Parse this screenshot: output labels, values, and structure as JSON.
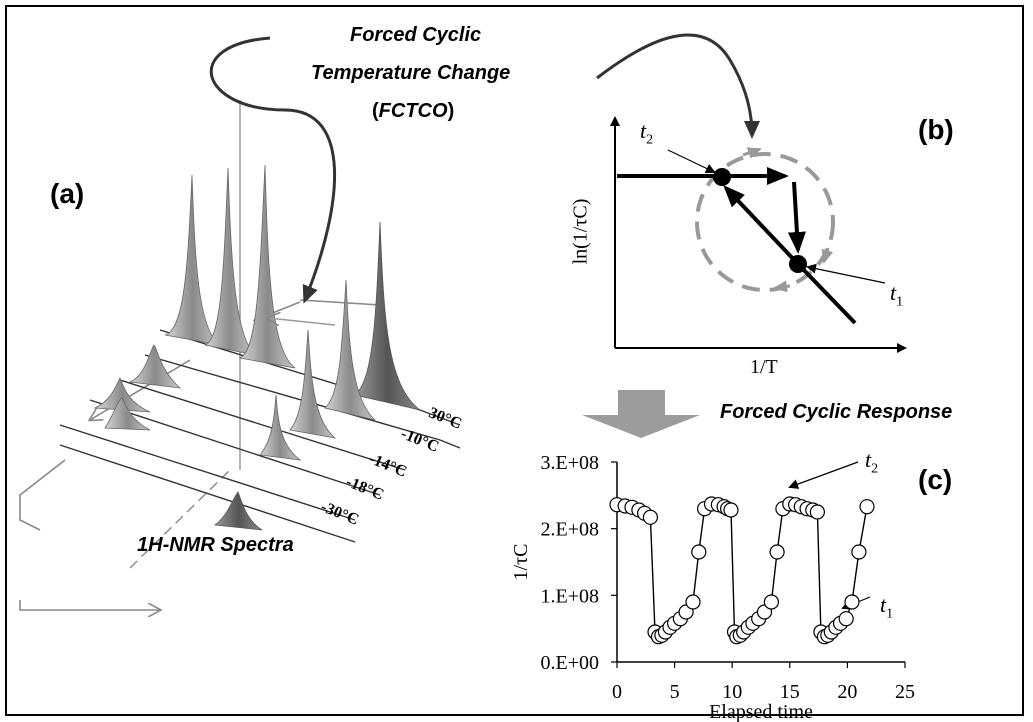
{
  "header": {
    "title_line1": "Forced Cyclic",
    "title_line2": "Temperature Change",
    "abbr_open": "(",
    "abbr": "FCTCO",
    "abbr_close": ")"
  },
  "panel_a": {
    "label": "(a)",
    "caption": "1H-NMR Spectra",
    "temperatures": [
      "30°C",
      "-10°C",
      "-14°C",
      "-18°C",
      "-30°C"
    ]
  },
  "panel_b": {
    "label": "(b)",
    "ylabel": "ln(1/τC)",
    "xlabel": "1/T",
    "t2_label": "t",
    "t2_sub": "2",
    "t1_label": "t",
    "t1_sub": "1"
  },
  "response_label": "Forced Cyclic Response",
  "panel_c": {
    "label": "(c)",
    "t2_label": "t",
    "t2_sub": "2",
    "t1_label": "t",
    "t1_sub": "1"
  },
  "colors": {
    "arrow_gray": "#999999",
    "dashed_gray": "#999999",
    "ink": "#000000"
  },
  "chart_data": {
    "type": "scatter",
    "xlabel": "Elapsed time",
    "ylabel": "1/τC",
    "xlim": [
      0,
      25
    ],
    "ylim": [
      0,
      300000000
    ],
    "xticks": [
      "0",
      "5",
      "10",
      "15",
      "20",
      "25"
    ],
    "yticks": [
      "0.E+00",
      "1.E+08",
      "2.E+08",
      "3.E+08"
    ],
    "marker": "open-circle",
    "connected": true,
    "series": [
      {
        "x": [
          0.0,
          0.7,
          1.3,
          1.9,
          2.4,
          2.9,
          3.3,
          3.6,
          3.9,
          4.2,
          4.6,
          5.0,
          5.5,
          6.0,
          6.6,
          7.1,
          7.6,
          8.2,
          8.8,
          9.3,
          9.6,
          9.9,
          10.2,
          10.4,
          10.7,
          11.0,
          11.4,
          11.8,
          12.3,
          12.8,
          13.4,
          13.9,
          14.4,
          15.0,
          15.5,
          16.0,
          16.5,
          17.0,
          17.4,
          17.7,
          18.0,
          18.3,
          18.6,
          19.0,
          19.4,
          19.9,
          20.4,
          21.0,
          21.7
        ],
        "y": [
          236000000,
          234000000,
          232000000,
          228000000,
          223000000,
          217000000,
          45000000,
          38000000,
          40000000,
          45000000,
          52000000,
          58000000,
          65000000,
          75000000,
          90000000,
          165000000,
          230000000,
          237000000,
          236000000,
          233000000,
          230000000,
          228000000,
          45000000,
          38000000,
          40000000,
          45000000,
          52000000,
          58000000,
          65000000,
          75000000,
          90000000,
          165000000,
          230000000,
          237000000,
          236000000,
          233000000,
          230000000,
          228000000,
          225000000,
          45000000,
          38000000,
          40000000,
          45000000,
          52000000,
          58000000,
          65000000,
          90000000,
          165000000,
          233000000
        ]
      }
    ]
  }
}
